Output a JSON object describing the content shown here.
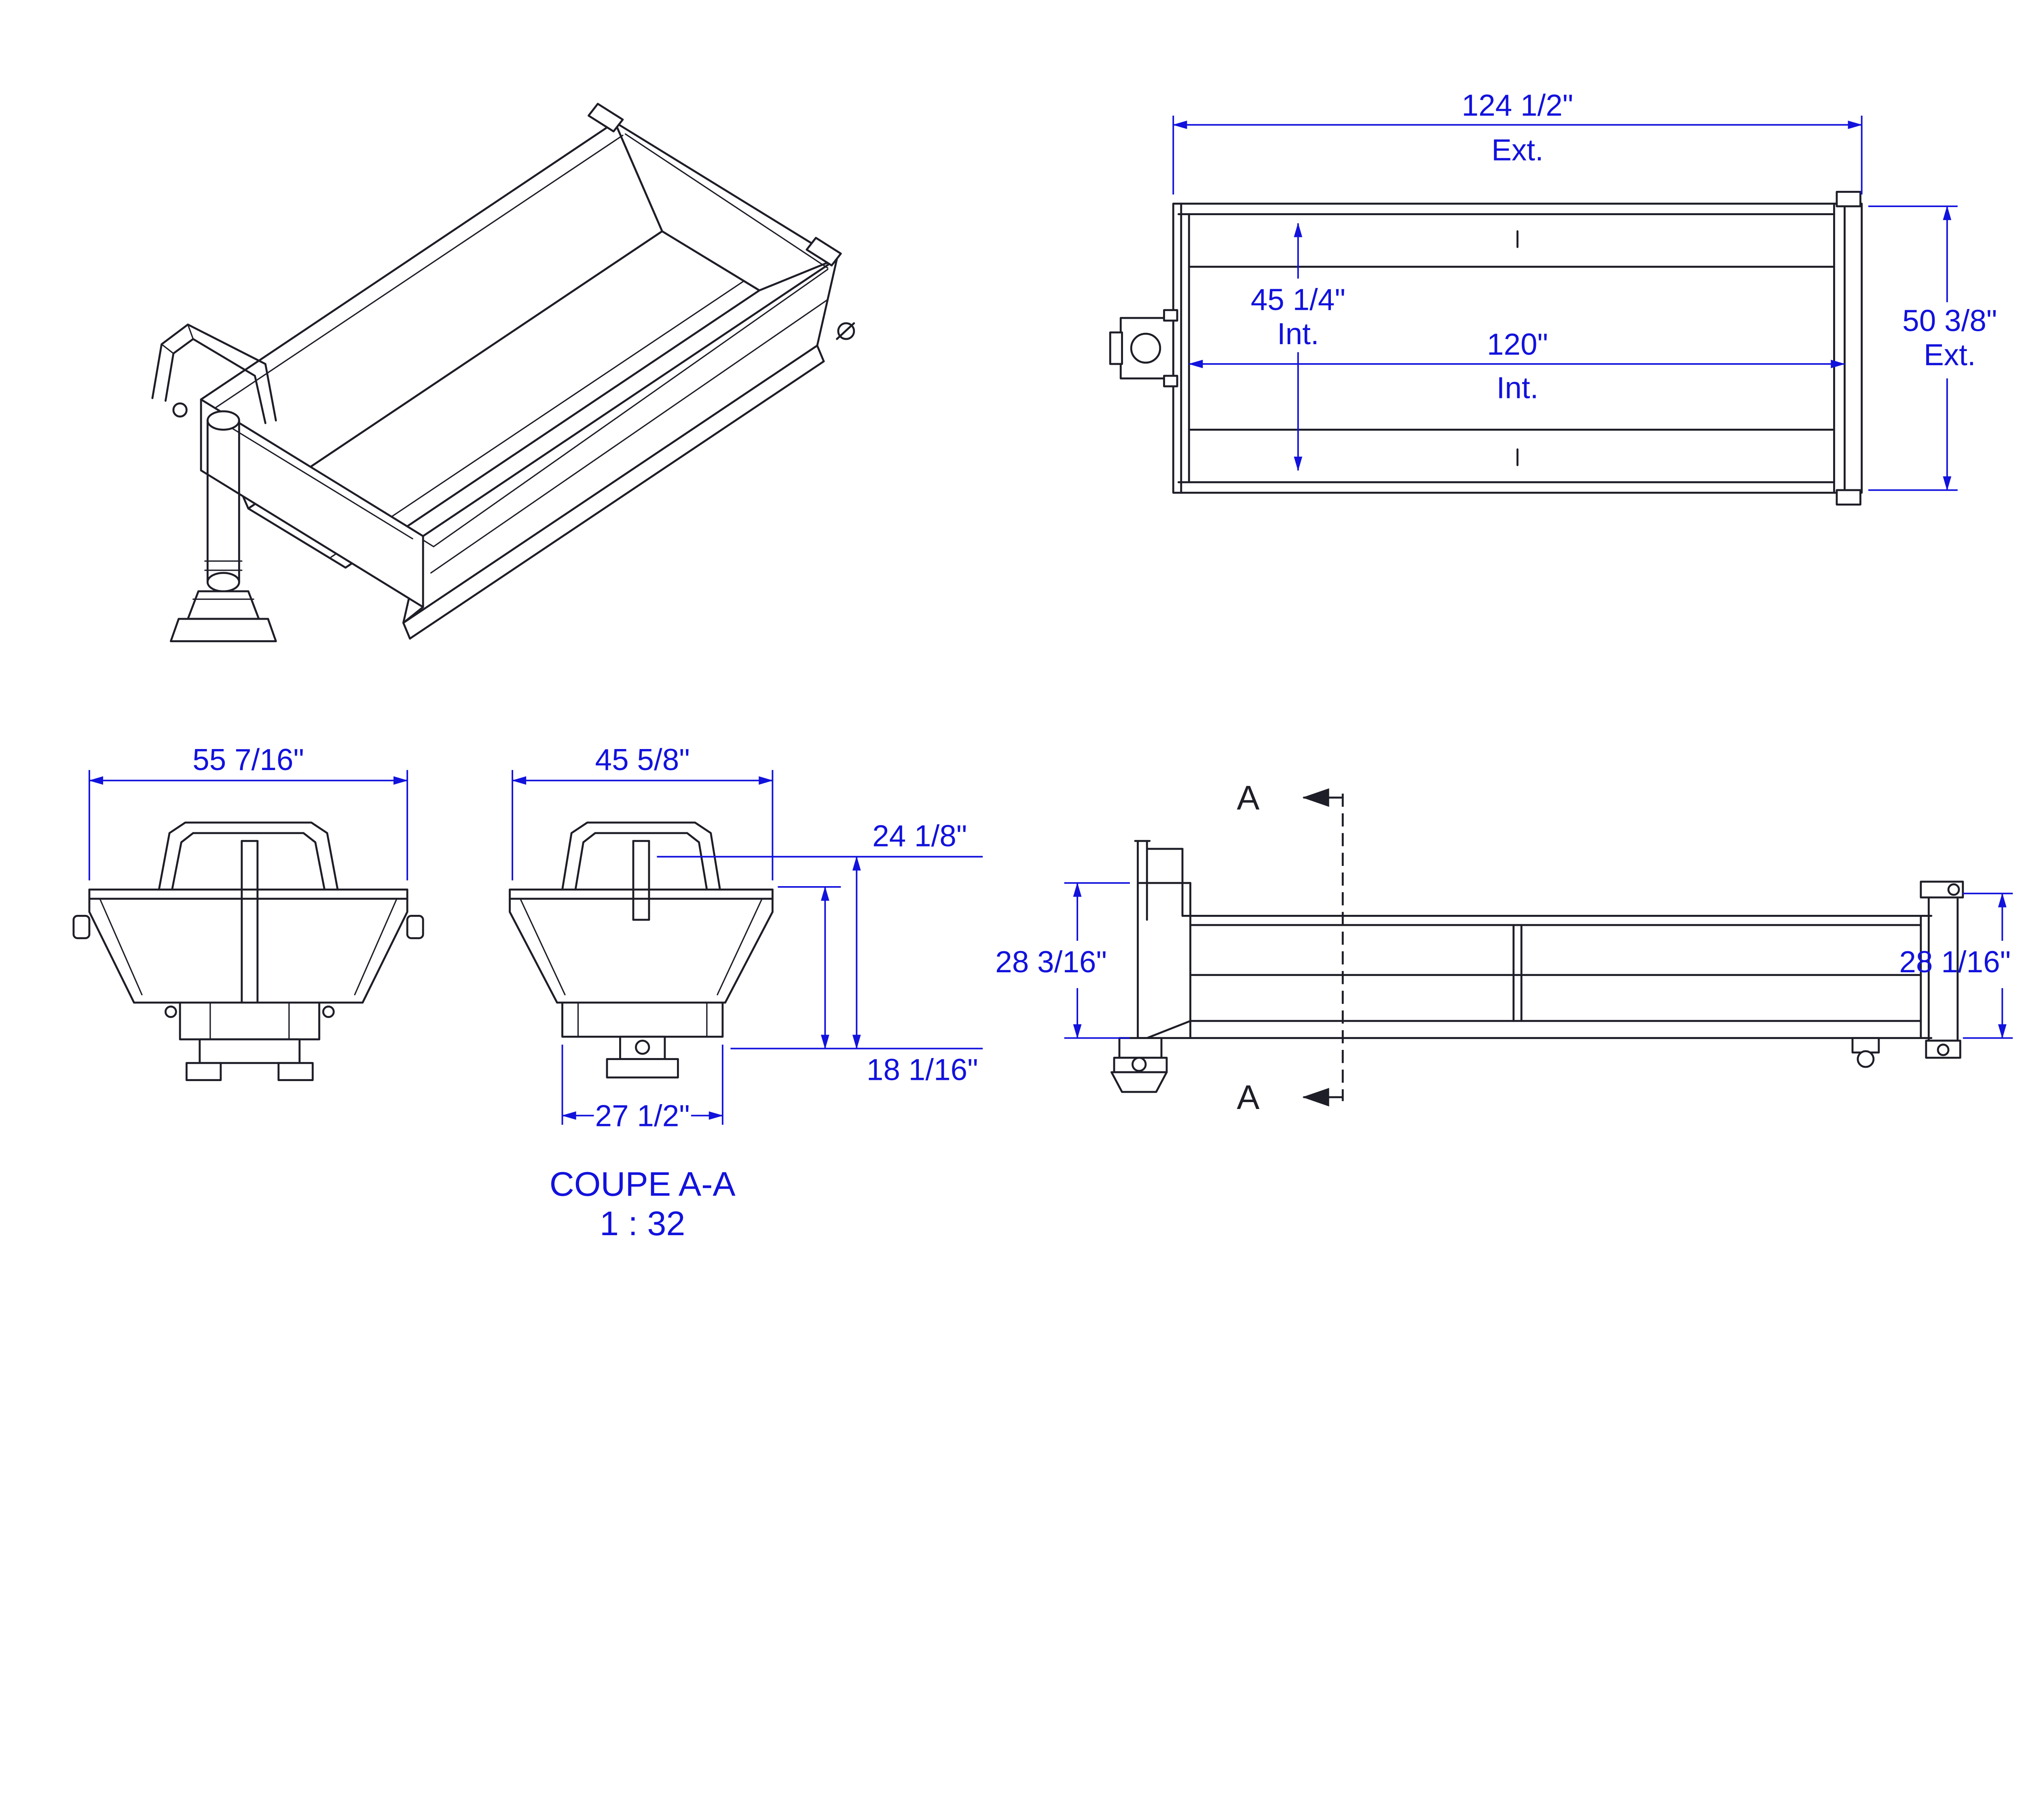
{
  "drawing": {
    "type": "technical-drawing",
    "subject": "dump-body",
    "colors": {
      "geometry": "#1e1e28",
      "dimension": "#1212dd",
      "background": "#ffffff"
    }
  },
  "views": {
    "plan": {
      "dim_length_ext": {
        "value": "124 1/2\"",
        "suffix": "Ext."
      },
      "dim_width_int": {
        "value": "45 1/4\"",
        "suffix": "Int."
      },
      "dim_length_int": {
        "value": "120\"",
        "suffix": "Int."
      },
      "dim_width_ext": {
        "value": "50 3/8\"",
        "suffix": "Ext."
      }
    },
    "front": {
      "dim_overall_width": "55 7/16\""
    },
    "section": {
      "dim_top_width": "45 5/8\"",
      "dim_overall_height": "24 1/8\"",
      "dim_body_height": "18 1/16\"",
      "dim_frame_width": "27 1/2\"",
      "title": "COUPE A-A",
      "scale": "1 : 32"
    },
    "side": {
      "dim_front_height": "28 3/16\"",
      "dim_rear_height": "28 1/16\"",
      "cut_label_top": "A",
      "cut_label_bottom": "A"
    }
  }
}
